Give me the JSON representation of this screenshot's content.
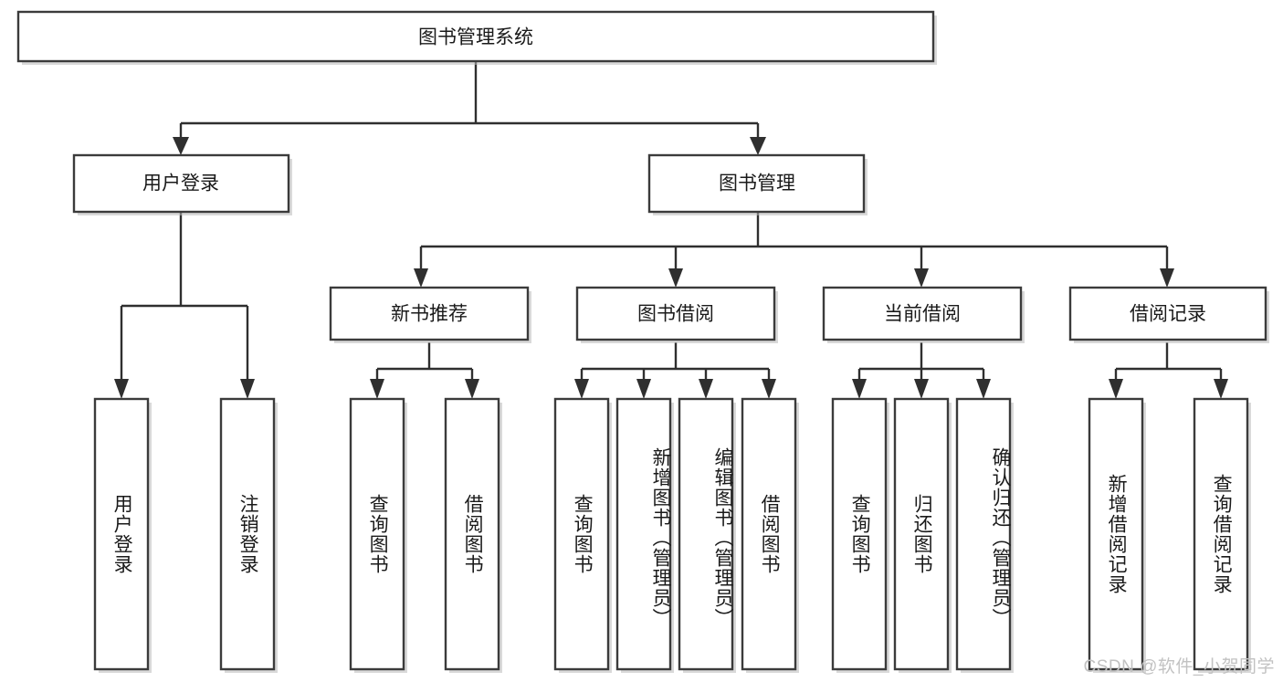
{
  "diagram": {
    "title": "图书管理系统",
    "type": "tree",
    "colors": {
      "background": "#ffffff",
      "box_fill": "#ffffff",
      "box_stroke": "#3b3b3b",
      "edge": "#2f2f2f",
      "text": "#1a1a1a",
      "shadow": "#b9b9b9",
      "watermark": "#c2c2c2"
    },
    "root": {
      "label": "图书管理系统"
    },
    "level2": [
      {
        "label": "用户登录"
      },
      {
        "label": "图书管理"
      }
    ],
    "level3": [
      {
        "label": "新书推荐"
      },
      {
        "label": "图书借阅"
      },
      {
        "label": "当前借阅"
      },
      {
        "label": "借阅记录"
      }
    ],
    "leaves": {
      "user_login": [
        {
          "label": "用户登录"
        },
        {
          "label": "注销登录"
        }
      ],
      "new_book": [
        {
          "label": "查询图书"
        },
        {
          "label": "借阅图书"
        }
      ],
      "book_borrow": [
        {
          "label": "查询图书"
        },
        {
          "label": "新增图书（管理员）"
        },
        {
          "label": "编辑图书（管理员）"
        },
        {
          "label": "借阅图书"
        }
      ],
      "current_borrow": [
        {
          "label": "查询图书"
        },
        {
          "label": "归还图书"
        },
        {
          "label": "确认归还（管理员）"
        }
      ],
      "borrow_record": [
        {
          "label": "新增借阅记录"
        },
        {
          "label": "查询借阅记录"
        }
      ]
    },
    "watermark": "CSDN @软件_小贺同学"
  }
}
